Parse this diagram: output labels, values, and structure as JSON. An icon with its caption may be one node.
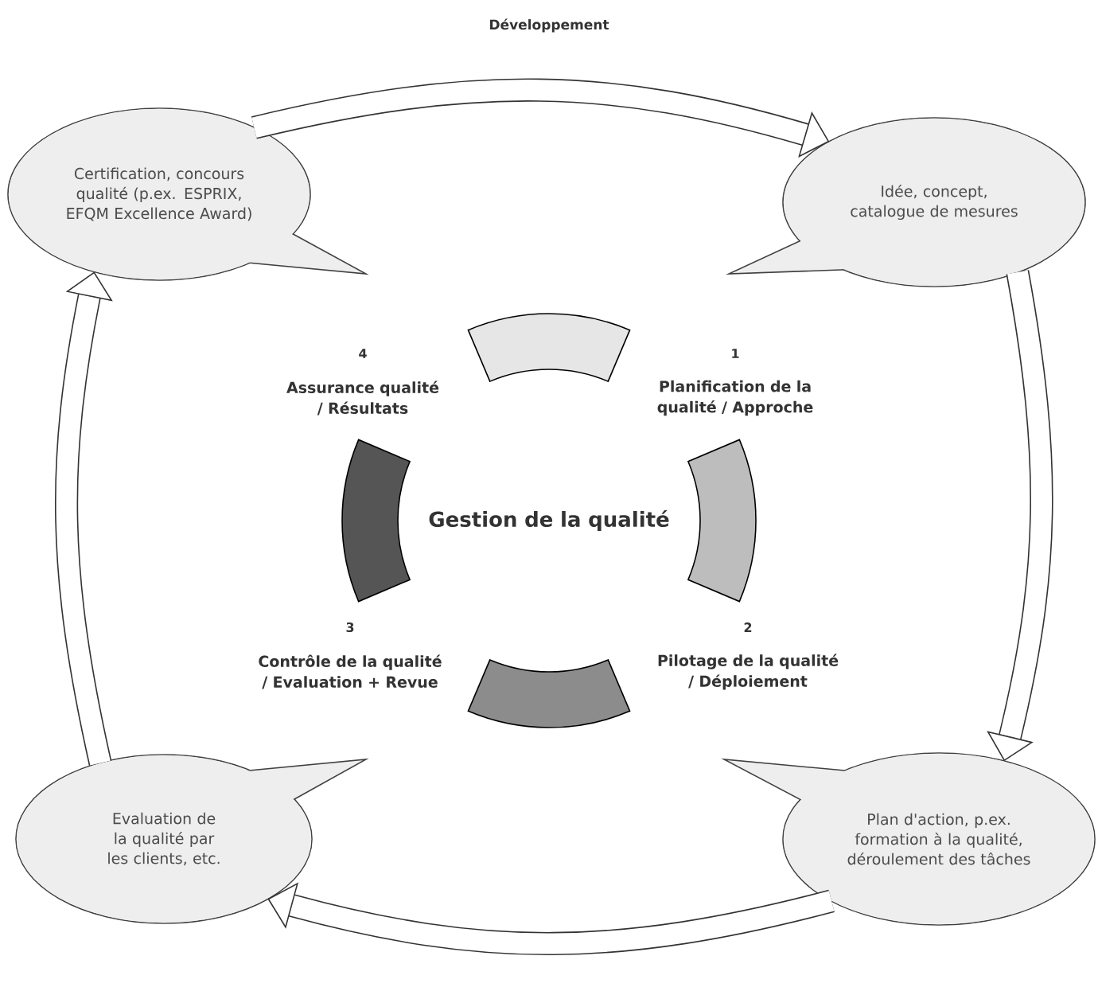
{
  "diagram": {
    "nodes": [
      {
        "text": [
          "Certification, concours qualité (p.ex. ESPRIX, EFQM Excellence Award)"
        ]
      },
      {
        "text": [
          "Idée, concept, catalogue de mesures"
        ]
      },
      {
        "text": [
          "Plan d'action, p.ex. formation à la qualité, déroulement des tâches"
        ]
      },
      {
        "text": [
          "Evaluation de la qualité par les clients, etc."
        ]
      }
    ],
    "edges": [
      {
        "from": 0,
        "to": 1,
        "arrow": "to",
        "label": "Développement"
      },
      {
        "from": 1,
        "to": 2,
        "arrow": "to"
      },
      {
        "from": 2,
        "to": 3,
        "arrow": "to"
      },
      {
        "from": 3,
        "to": 0,
        "arrow": "to"
      }
    ],
    "labels": [
      "4",
      "Assurance qualité / Résultats",
      "1",
      "Planification de la qualité / Approche",
      "Gestion de la qualité",
      "3",
      "Contrôle de la qualité / Evaluation + Revue",
      "2",
      "Pilotage de la qualité / Déploiement"
    ]
  }
}
